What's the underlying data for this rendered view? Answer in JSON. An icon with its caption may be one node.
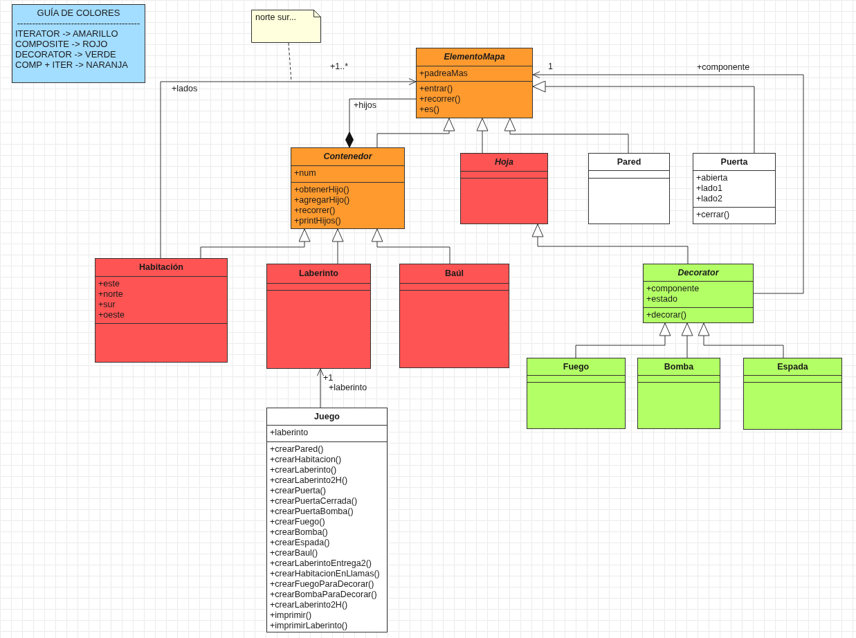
{
  "diagram": {
    "nodes": [
      {
        "text": [
          "GUÍA DE COLORES",
          "-----------------------------------------",
          "ITERATOR -> AMARILLO",
          "COMPOSITE -> ROJO",
          "DECORATOR -> VERDE",
          "COMP + ITER -> NARANJA"
        ]
      },
      {
        "text": [
          "norte sur..."
        ]
      },
      {
        "text": [
          "ElementoMapa",
          "+padreaMas",
          "+entrar()",
          "+recorrer()",
          "+es()"
        ]
      },
      {
        "text": [
          "Contenedor",
          "+num",
          "+obtenerHijo()",
          "+agregarHijo()",
          "+recorrer()",
          "+printHijos()"
        ]
      },
      {
        "text": [
          "Hoja"
        ]
      },
      {
        "text": [
          "Pared"
        ]
      },
      {
        "text": [
          "Puerta",
          "+abierta",
          "+lado1",
          "+lado2",
          "+cerrar()"
        ]
      },
      {
        "text": [
          "Habitación",
          "+este",
          "+norte",
          "+sur",
          "+oeste"
        ]
      },
      {
        "text": [
          "Laberinto"
        ]
      },
      {
        "text": [
          "Baúl"
        ]
      },
      {
        "text": [
          "Decorator",
          "+componente",
          "+estado",
          "+decorar()"
        ]
      },
      {
        "text": [
          "Fuego"
        ]
      },
      {
        "text": [
          "Bomba"
        ]
      },
      {
        "text": [
          "Espada"
        ]
      },
      {
        "text": [
          "Juego",
          "+laberinto",
          "+crearPared()",
          "+crearHabitacion()",
          "+crearLaberinto()",
          "+crearLaberinto2H()",
          "+crearPuerta()",
          "+crearPuertaCerrada()",
          "+crearPuertaBomba()",
          "+crearFuego()",
          "+crearBomba()",
          "+crearEspada()",
          "+crearBaul()",
          "+crearLaberintoEntrega2()",
          "+crearHabitacionEnLlamas()",
          "+crearFuegoParaDecorar()",
          "+crearBombaParaDecorar()",
          "+crearLaberinto2H()",
          "+imprimir()",
          "+imprimirLaberinto()"
        ]
      }
    ],
    "edges": [
      {
        "from": 1,
        "to": null,
        "arrow": "none",
        "style": "dashed"
      },
      {
        "from": 7,
        "to": 2,
        "arrow": "to",
        "label": "+lados"
      },
      {
        "from": 3,
        "to": 2,
        "arrow": "other",
        "label": "+hijos"
      },
      {
        "from": 3,
        "to": 2,
        "arrow": "to"
      },
      {
        "from": 4,
        "to": 2,
        "arrow": "to"
      },
      {
        "from": 5,
        "to": 2,
        "arrow": "to"
      },
      {
        "from": 6,
        "to": 2,
        "arrow": "to"
      },
      {
        "from": 10,
        "to": 2,
        "arrow": "to",
        "label": "+componente"
      },
      {
        "from": 7,
        "to": 3,
        "arrow": "to"
      },
      {
        "from": 8,
        "to": 3,
        "arrow": "to"
      },
      {
        "from": 9,
        "to": 3,
        "arrow": "to"
      },
      {
        "from": 10,
        "to": 4,
        "arrow": "to"
      },
      {
        "from": 11,
        "to": 10,
        "arrow": "to"
      },
      {
        "from": 12,
        "to": 10,
        "arrow": "to"
      },
      {
        "from": 13,
        "to": 10,
        "arrow": "to"
      },
      {
        "from": 14,
        "to": 8,
        "arrow": "to",
        "label": "+laberinto"
      }
    ],
    "labels": [
      "+1..*",
      "1",
      "+1"
    ]
  }
}
